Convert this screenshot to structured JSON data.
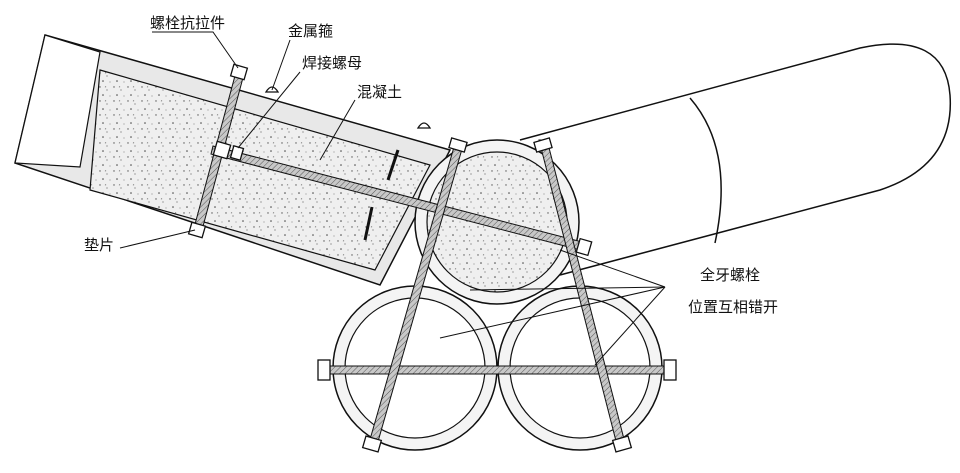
{
  "labels": {
    "bolt_tie": "螺栓抗拉件",
    "metal_hoop": "金属箍",
    "welded_nut": "焊接螺母",
    "concrete": "混凝土",
    "washer": "垫片",
    "threaded_rod": "全牙螺栓",
    "staggered": "位置互相错开"
  },
  "colors": {
    "ink": "#111111",
    "concrete_fill": "#ececec",
    "pipe_wall": "#f4f4f4",
    "rod_fill": "#bdbdbd"
  }
}
